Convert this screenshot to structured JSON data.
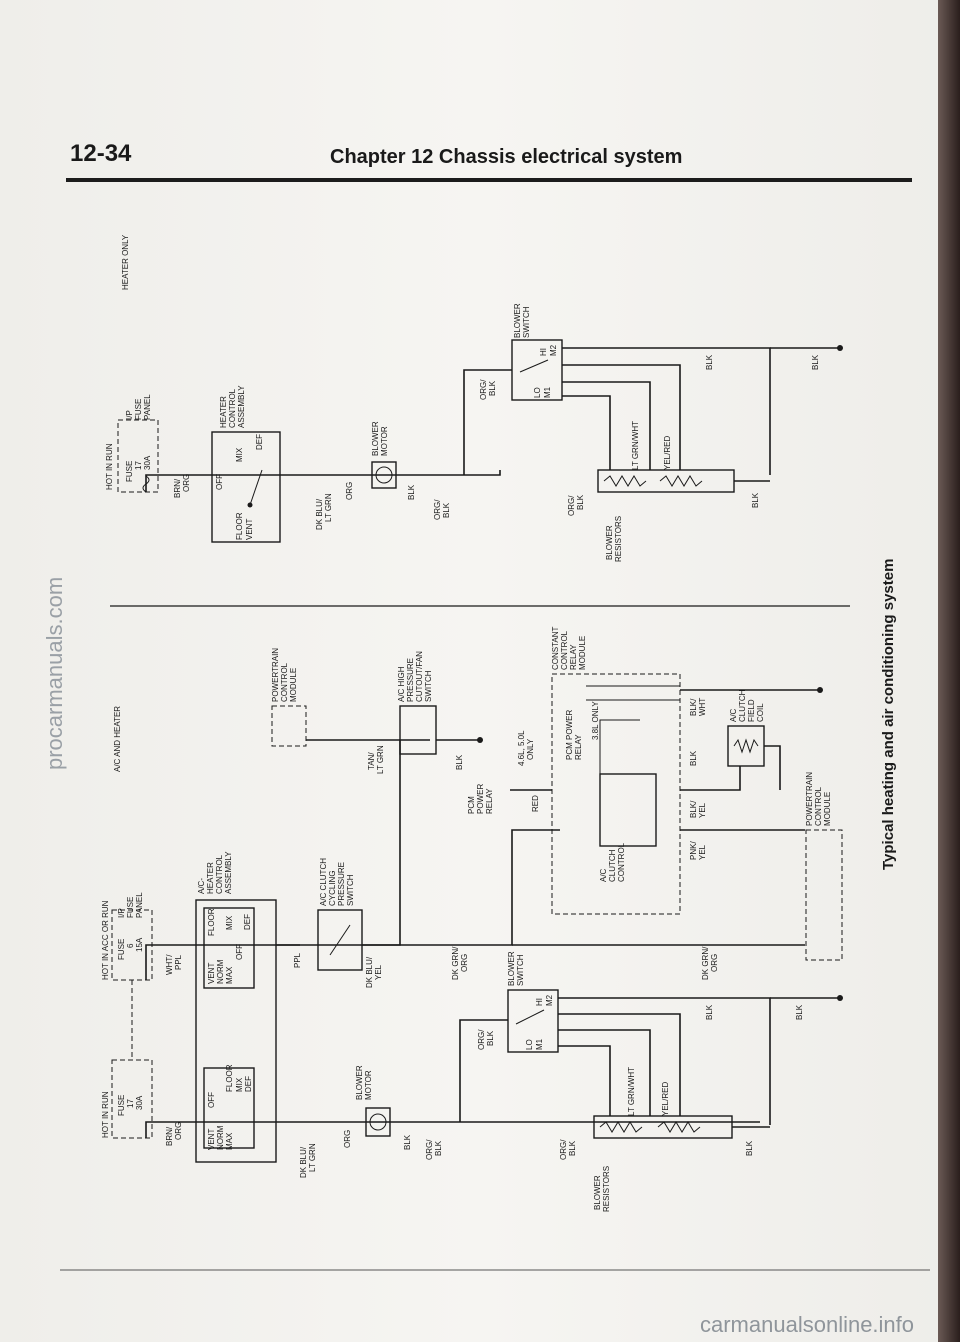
{
  "header": {
    "page_number": "12-34",
    "chapter_title": "Chapter 12  Chassis electrical system"
  },
  "caption": "Typical heating and air conditioning system",
  "watermarks": {
    "left": "procarmanuals.com",
    "bottom": "carmanualsonline.info"
  },
  "heater_only": {
    "section_label": "HEATER ONLY",
    "hot_in_run": "HOT IN RUN",
    "fuse": [
      "FUSE",
      "17",
      "30A"
    ],
    "fuse_panel": [
      "I/P",
      "FUSE",
      "PANEL"
    ],
    "wire_brn_org": [
      "BRN/",
      "ORG"
    ],
    "control": [
      "HEATER",
      "CONTROL",
      "ASSEMBLY"
    ],
    "floor": "FLOOR",
    "vent": "VENT",
    "off": "OFF",
    "mix": "MIX",
    "def": "DEF",
    "wire_dkblu_ltgrn": [
      "DK BLU/",
      "LT GRN"
    ],
    "wire_org": "ORG",
    "blower_motor": [
      "BLOWER",
      "MOTOR"
    ],
    "wire_blk": "BLK",
    "wire_org_blk": [
      "ORG/",
      "BLK"
    ],
    "blower_switch": [
      "BLOWER",
      "SWITCH"
    ],
    "sw_hi": "HI",
    "sw_m2": "M2",
    "sw_lo": "LO",
    "sw_m1": "M1",
    "wire_ltgrn_wht": "LT GRN/WHT",
    "wire_yel_red": "YEL/RED",
    "blower_resistors": [
      "BLOWER",
      "RESISTORS"
    ]
  },
  "ac_heater": {
    "section_label": "A/C AND HEATER",
    "hot_in_run": "HOT IN RUN",
    "hot_in_acc_or_run": "HOT IN ACC OR RUN",
    "fuse17": [
      "FUSE",
      "17",
      "30A"
    ],
    "fuse6": [
      "FUSE",
      "6",
      "15A"
    ],
    "fuse_panel": [
      "I/P",
      "FUSE",
      "PANEL"
    ],
    "wire_brn_org": [
      "BRN/",
      "ORG"
    ],
    "wire_wht_ppl": [
      "WHT/",
      "PPL"
    ],
    "control": [
      "A/C-",
      "HEATER",
      "CONTROL",
      "ASSEMBLY"
    ],
    "vent": "VENT",
    "norm": "NORM",
    "max": "MAX",
    "off": "OFF",
    "floor": "FLOOR",
    "mix": "MIX",
    "def": "DEF",
    "wire_ppl": "PPL",
    "clutch_cycling_switch": [
      "A/C CLUTCH",
      "CYCLING",
      "PRESSURE",
      "SWITCH"
    ],
    "wire_dkblu_yel": [
      "DK BLU/",
      "YEL"
    ],
    "wire_dkgrn_org": [
      "DK GRN/",
      "ORG"
    ],
    "pcm": [
      "POWERTRAIN",
      "CONTROL",
      "MODULE"
    ],
    "wire_tan_ltgrn": [
      "TAN/",
      "LT GRN"
    ],
    "high_pressure_switch": [
      "A/C HIGH",
      "PRESSURE",
      "CUTOUT/FAN",
      "SWITCH"
    ],
    "ccrm": [
      "CONSTANT",
      "CONTROL",
      "RELAY",
      "MODULE"
    ],
    "pcm_power_relay": [
      "PCM",
      "POWER",
      "RELAY"
    ],
    "engine_46_50": [
      "4.6L, 5.0L",
      "ONLY"
    ],
    "pcm_power_relay_38": [
      "PCM POWER",
      "RELAY"
    ],
    "engine_38": "3.8L ONLY",
    "wire_red": "RED",
    "clutch_control": [
      "A/C",
      "CLUTCH",
      "CONTROL"
    ],
    "wire_blk_wht": [
      "BLK/",
      "WHT"
    ],
    "clutch_coil": [
      "A/C",
      "CLUTCH",
      "FIELD",
      "COIL"
    ],
    "wire_blk_yel": [
      "BLK/",
      "YEL"
    ],
    "wire_pnk_yel": [
      "PNK/",
      "YEL"
    ],
    "wire_blk": "BLK",
    "blower_motor": [
      "BLOWER",
      "MOTOR"
    ],
    "wire_org": "ORG",
    "wire_dkblu_ltgrn": [
      "DK BLU/",
      "LT GRN"
    ],
    "wire_org_blk": [
      "ORG/",
      "BLK"
    ],
    "blower_switch": [
      "BLOWER",
      "SWITCH"
    ],
    "sw_hi": "HI",
    "sw_m2": "M2",
    "sw_lo": "LO",
    "sw_m1": "M1",
    "wire_ltgrn_wht": "LT GRN/WHT",
    "wire_yel_red": "YEL/RED",
    "blower_resistors": [
      "BLOWER",
      "RESISTORS"
    ]
  }
}
